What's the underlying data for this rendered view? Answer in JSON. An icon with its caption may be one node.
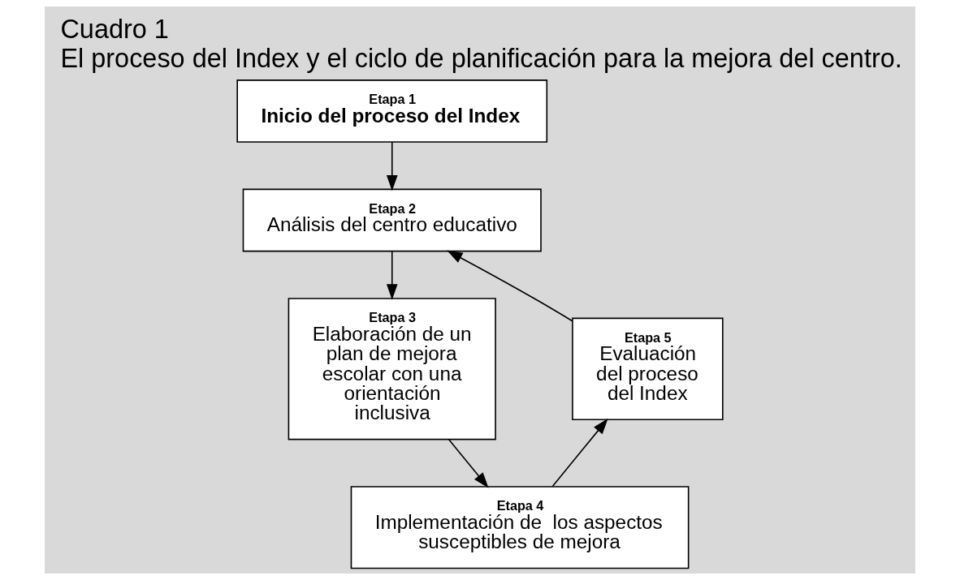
{
  "diagram": {
    "title": "Cuadro 1",
    "caption": "El proceso del Index y el ciclo de planificación para la mejora del centro.",
    "nodes": [
      {
        "text": [
          "Etapa 1",
          "Inicio del proceso del Index"
        ]
      },
      {
        "text": [
          "Etapa 2",
          "Análisis del centro educativo"
        ]
      },
      {
        "text": [
          "Etapa 3",
          "Elaboración de un plan de mejora escolar con una orientación inclusiva"
        ]
      },
      {
        "text": [
          "Etapa 4",
          "Implementación de  los aspectos susceptibles de mejora"
        ]
      },
      {
        "text": [
          "Etapa 5",
          "Evaluación del proceso del Index"
        ]
      }
    ],
    "edges": [
      {
        "from": 0,
        "to": 1,
        "arrow": "to"
      },
      {
        "from": 1,
        "to": 2,
        "arrow": "to"
      },
      {
        "from": 2,
        "to": 3,
        "arrow": "to"
      },
      {
        "from": 3,
        "to": 4,
        "arrow": "to"
      },
      {
        "from": 4,
        "to": 1,
        "arrow": "to"
      }
    ]
  }
}
